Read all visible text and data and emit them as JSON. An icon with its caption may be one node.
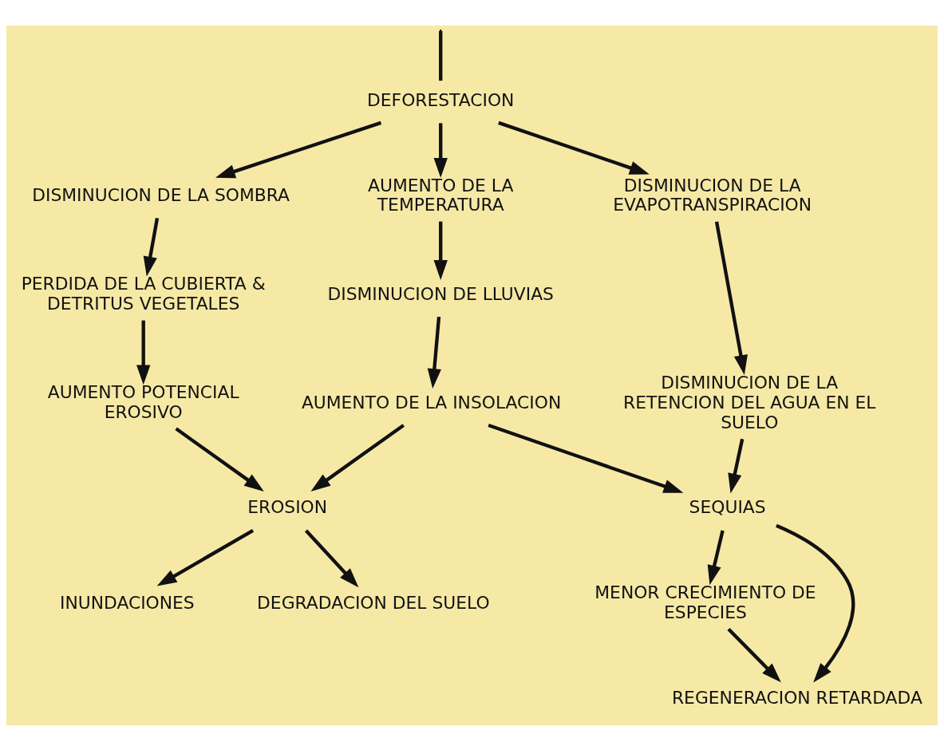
{
  "diagram": {
    "nodes": [
      {
        "text": [
          "DEFORESTACION"
        ]
      },
      {
        "text": [
          "DISMINUCION DE LA SOMBRA"
        ]
      },
      {
        "text": [
          "AUMENTO DE LA TEMPERATURA"
        ]
      },
      {
        "text": [
          "DISMINUCION DE LA EVAPOTRANSPIRACION"
        ]
      },
      {
        "text": [
          "PERDIDA DE LA CUBIERTA & DETRITUS VEGETALES"
        ]
      },
      {
        "text": [
          "DISMINUCION DE LLUVIAS"
        ]
      },
      {
        "text": [
          "DISMINUCION DE LA RETENCION DEL AGUA EN EL SUELO"
        ]
      },
      {
        "text": [
          "AUMENTO POTENCIAL EROSIVO"
        ]
      },
      {
        "text": [
          "AUMENTO DE LA INSOLACION"
        ]
      },
      {
        "text": [
          "SEQUIAS"
        ]
      },
      {
        "text": [
          "EROSION"
        ]
      },
      {
        "text": [
          "MENOR CRECIMIENTO DE ESPECIES"
        ]
      },
      {
        "text": [
          "INUNDACIONES"
        ]
      },
      {
        "text": [
          "DEGRADACION DEL SUELO"
        ]
      },
      {
        "text": [
          "REGENERACION RETARDADA"
        ]
      }
    ],
    "edges": [
      {
        "from": null,
        "to": 0,
        "arrow": "none"
      },
      {
        "from": 0,
        "to": 1,
        "arrow": "to"
      },
      {
        "from": 0,
        "to": 2,
        "arrow": "to"
      },
      {
        "from": 0,
        "to": 3,
        "arrow": "to"
      },
      {
        "from": 1,
        "to": 4,
        "arrow": "to"
      },
      {
        "from": 2,
        "to": 5,
        "arrow": "to"
      },
      {
        "from": 3,
        "to": 6,
        "arrow": "to"
      },
      {
        "from": 4,
        "to": 7,
        "arrow": "to"
      },
      {
        "from": 5,
        "to": 8,
        "arrow": "to"
      },
      {
        "from": 6,
        "to": 9,
        "arrow": "to"
      },
      {
        "from": 7,
        "to": 10,
        "arrow": "to"
      },
      {
        "from": 8,
        "to": 10,
        "arrow": "to"
      },
      {
        "from": 8,
        "to": 9,
        "arrow": "to"
      },
      {
        "from": 9,
        "to": 11,
        "arrow": "to"
      },
      {
        "from": 9,
        "to": 14,
        "arrow": "to"
      },
      {
        "from": 10,
        "to": 12,
        "arrow": "to"
      },
      {
        "from": 10,
        "to": 13,
        "arrow": "to"
      },
      {
        "from": 11,
        "to": 14,
        "arrow": "to"
      }
    ]
  }
}
